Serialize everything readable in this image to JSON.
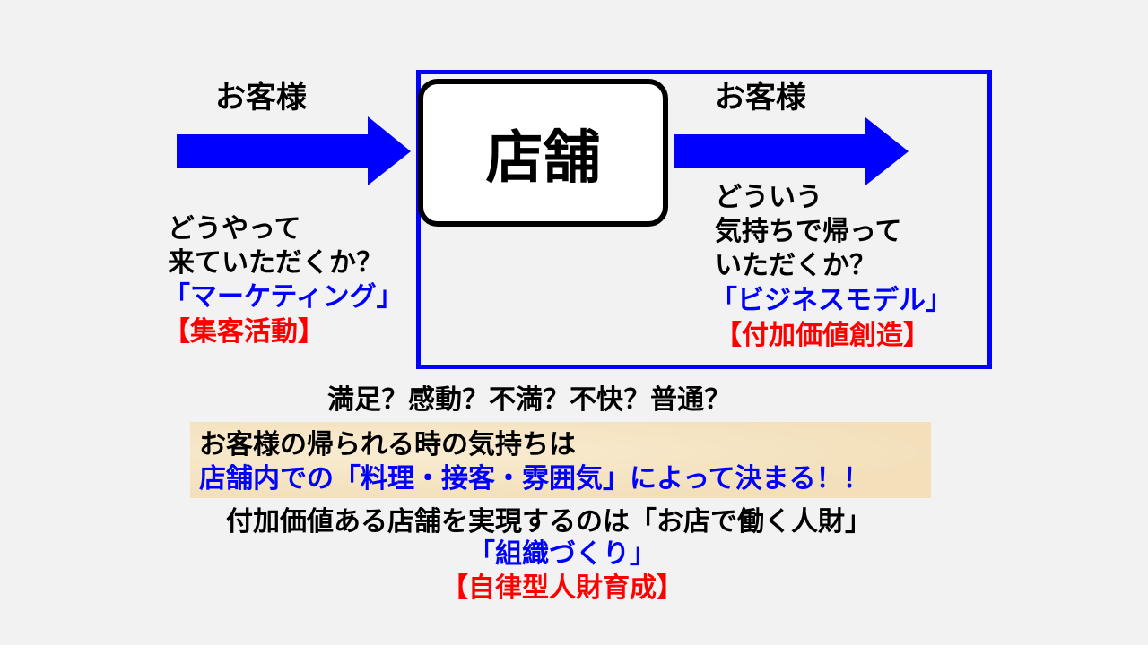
{
  "left": {
    "customer_label": "お客様",
    "question_lines": [
      "どうやって",
      "来ていただくか？"
    ],
    "concept": "「マーケティング」",
    "activity": "【集客活動】"
  },
  "store": {
    "label": "店舗"
  },
  "right": {
    "customer_label": "お客様",
    "question_lines": [
      "どういう",
      "気持ちで帰って",
      "いただくか？"
    ],
    "concept": "「ビジネスモデル」",
    "activity": "【付加価値創造】"
  },
  "bottom": {
    "feelings": "満足？感動？不満？不快？普通？",
    "band_line1": "お客様の帰られる時の気持ちは",
    "band_line2": "店舗内での「料理・接客・雰囲気」によって決まる！！",
    "realize": "付加価値ある店舗を実現するのは「お店で働く人財」",
    "concept": "「組織づくり」",
    "activity": "【自律型人財育成】"
  },
  "colors": {
    "accent_blue": "#0000ff",
    "accent_red": "#ff0000",
    "background": "#f2f2f2"
  }
}
